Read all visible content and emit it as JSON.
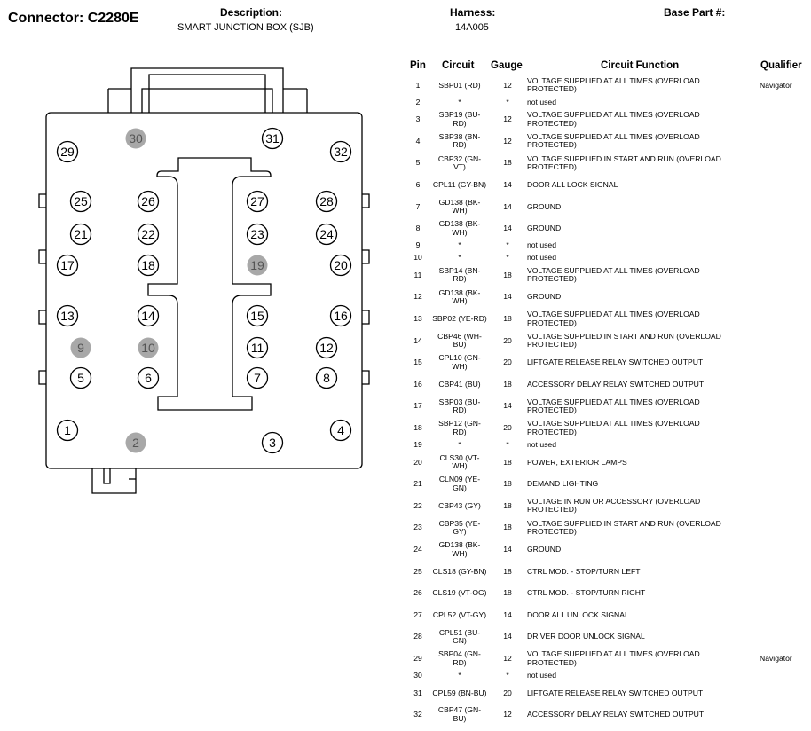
{
  "header": {
    "connector_label": "Connector: C2280E",
    "description_label": "Description:",
    "description_value": "SMART JUNCTION BOX (SJB)",
    "harness_label": "Harness:",
    "harness_value": "14A005",
    "basepart_label": "Base Part #:",
    "basepart_value": ""
  },
  "columns": {
    "pin": "Pin",
    "circuit": "Circuit",
    "gauge": "Gauge",
    "function": "Circuit Function",
    "qualifier": "Qualifier"
  },
  "colors": {
    "unused_pin_fill": "#a8a8a8",
    "line": "#000000"
  },
  "connector_pins": [
    "1",
    "2",
    "3",
    "4",
    "5",
    "6",
    "7",
    "8",
    "9",
    "10",
    "11",
    "12",
    "13",
    "14",
    "15",
    "16",
    "17",
    "18",
    "19",
    "20",
    "21",
    "22",
    "23",
    "24",
    "25",
    "26",
    "27",
    "28",
    "29",
    "30",
    "31",
    "32"
  ],
  "unused_pins": [
    "2",
    "9",
    "10",
    "19",
    "30"
  ],
  "rows": [
    {
      "pin": "1",
      "circuit": "SBP01 (RD)",
      "gauge": "12",
      "function": "VOLTAGE SUPPLIED AT ALL TIMES (OVERLOAD PROTECTED)",
      "qualifier": "Navigator"
    },
    {
      "pin": "2",
      "circuit": "*",
      "gauge": "*",
      "function": "not used",
      "qualifier": ""
    },
    {
      "pin": "3",
      "circuit": "SBP19 (BU-RD)",
      "gauge": "12",
      "function": "VOLTAGE SUPPLIED AT ALL TIMES (OVERLOAD PROTECTED)",
      "qualifier": ""
    },
    {
      "pin": "4",
      "circuit": "SBP38 (BN-RD)",
      "gauge": "12",
      "function": "VOLTAGE SUPPLIED AT ALL TIMES (OVERLOAD PROTECTED)",
      "qualifier": ""
    },
    {
      "pin": "5",
      "circuit": "CBP32 (GN-VT)",
      "gauge": "18",
      "function": "VOLTAGE SUPPLIED IN START AND RUN (OVERLOAD PROTECTED)",
      "qualifier": ""
    },
    {
      "pin": "6",
      "circuit": "CPL11 (GY-BN)",
      "gauge": "14",
      "function": "DOOR ALL LOCK SIGNAL",
      "qualifier": ""
    },
    {
      "pin": "7",
      "circuit": "GD138 (BK-WH)",
      "gauge": "14",
      "function": "GROUND",
      "qualifier": ""
    },
    {
      "pin": "8",
      "circuit": "GD138 (BK-WH)",
      "gauge": "14",
      "function": "GROUND",
      "qualifier": ""
    },
    {
      "pin": "9",
      "circuit": "*",
      "gauge": "*",
      "function": "not used",
      "qualifier": ""
    },
    {
      "pin": "10",
      "circuit": "*",
      "gauge": "*",
      "function": "not used",
      "qualifier": ""
    },
    {
      "pin": "11",
      "circuit": "SBP14 (BN-RD)",
      "gauge": "18",
      "function": "VOLTAGE SUPPLIED AT ALL TIMES (OVERLOAD PROTECTED)",
      "qualifier": ""
    },
    {
      "pin": "12",
      "circuit": "GD138 (BK-WH)",
      "gauge": "14",
      "function": "GROUND",
      "qualifier": ""
    },
    {
      "pin": "13",
      "circuit": "SBP02 (YE-RD)",
      "gauge": "18",
      "function": "VOLTAGE SUPPLIED AT ALL TIMES (OVERLOAD PROTECTED)",
      "qualifier": ""
    },
    {
      "pin": "14",
      "circuit": "CBP46 (WH-BU)",
      "gauge": "20",
      "function": "VOLTAGE SUPPLIED IN START AND RUN (OVERLOAD PROTECTED)",
      "qualifier": ""
    },
    {
      "pin": "15",
      "circuit": "CPL10 (GN-WH)",
      "gauge": "20",
      "function": "LIFTGATE RELEASE RELAY SWITCHED OUTPUT",
      "qualifier": ""
    },
    {
      "pin": "16",
      "circuit": "CBP41 (BU)",
      "gauge": "18",
      "function": "ACCESSORY DELAY RELAY SWITCHED OUTPUT",
      "qualifier": ""
    },
    {
      "pin": "17",
      "circuit": "SBP03 (BU-RD)",
      "gauge": "14",
      "function": "VOLTAGE SUPPLIED AT ALL TIMES (OVERLOAD PROTECTED)",
      "qualifier": ""
    },
    {
      "pin": "18",
      "circuit": "SBP12 (GN-RD)",
      "gauge": "20",
      "function": "VOLTAGE SUPPLIED AT ALL TIMES (OVERLOAD PROTECTED)",
      "qualifier": ""
    },
    {
      "pin": "19",
      "circuit": "*",
      "gauge": "*",
      "function": "not used",
      "qualifier": ""
    },
    {
      "pin": "20",
      "circuit": "CLS30 (VT-WH)",
      "gauge": "18",
      "function": "POWER, EXTERIOR LAMPS",
      "qualifier": ""
    },
    {
      "pin": "21",
      "circuit": "CLN09 (YE-GN)",
      "gauge": "18",
      "function": "DEMAND LIGHTING",
      "qualifier": ""
    },
    {
      "pin": "22",
      "circuit": "CBP43 (GY)",
      "gauge": "18",
      "function": "VOLTAGE IN RUN OR ACCESSORY (OVERLOAD PROTECTED)",
      "qualifier": ""
    },
    {
      "pin": "23",
      "circuit": "CBP35 (YE-GY)",
      "gauge": "18",
      "function": "VOLTAGE SUPPLIED IN START AND RUN (OVERLOAD PROTECTED)",
      "qualifier": ""
    },
    {
      "pin": "24",
      "circuit": "GD138 (BK-WH)",
      "gauge": "14",
      "function": "GROUND",
      "qualifier": ""
    },
    {
      "pin": "25",
      "circuit": "CLS18 (GY-BN)",
      "gauge": "18",
      "function": "CTRL MOD. - STOP/TURN LEFT",
      "qualifier": ""
    },
    {
      "pin": "26",
      "circuit": "CLS19 (VT-OG)",
      "gauge": "18",
      "function": "CTRL MOD. - STOP/TURN RIGHT",
      "qualifier": ""
    },
    {
      "pin": "27",
      "circuit": "CPL52 (VT-GY)",
      "gauge": "14",
      "function": "DOOR ALL UNLOCK SIGNAL",
      "qualifier": ""
    },
    {
      "pin": "28",
      "circuit": "CPL51 (BU-GN)",
      "gauge": "14",
      "function": "DRIVER DOOR UNLOCK SIGNAL",
      "qualifier": ""
    },
    {
      "pin": "29",
      "circuit": "SBP04 (GN-RD)",
      "gauge": "12",
      "function": "VOLTAGE SUPPLIED AT ALL TIMES (OVERLOAD PROTECTED)",
      "qualifier": "Navigator"
    },
    {
      "pin": "30",
      "circuit": "*",
      "gauge": "*",
      "function": "not used",
      "qualifier": ""
    },
    {
      "pin": "31",
      "circuit": "CPL59 (BN-BU)",
      "gauge": "20",
      "function": "LIFTGATE RELEASE RELAY SWITCHED OUTPUT",
      "qualifier": ""
    },
    {
      "pin": "32",
      "circuit": "CBP47 (GN-BU)",
      "gauge": "12",
      "function": "ACCESSORY DELAY RELAY SWITCHED OUTPUT",
      "qualifier": ""
    }
  ]
}
